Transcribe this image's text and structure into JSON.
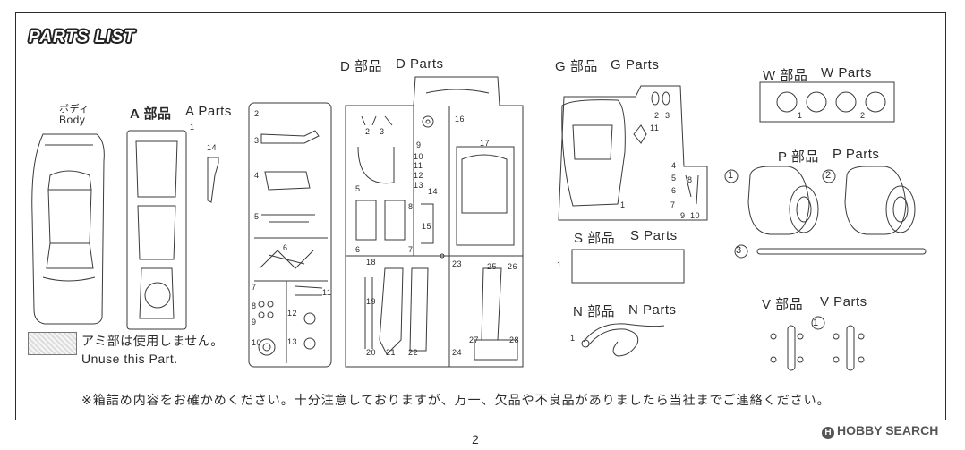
{
  "title": "PARTS LIST",
  "page_number": "2",
  "groups": {
    "body": {
      "label_jp": "ボディ",
      "label_en": "Body"
    },
    "a": {
      "label_jp": "A 部品",
      "label_en": "A Parts",
      "numbers": [
        "1",
        "14"
      ]
    },
    "d": {
      "label_jp": "D 部品",
      "label_en": "D Parts",
      "numbers": [
        "2",
        "3",
        "4",
        "5",
        "6",
        "7",
        "8",
        "9",
        "10",
        "11",
        "12",
        "13",
        "2",
        "3",
        "16",
        "9",
        "10",
        "11",
        "12",
        "13",
        "14",
        "15",
        "17",
        "5",
        "6",
        "7",
        "8",
        "18",
        "19",
        "20",
        "21",
        "22",
        "23",
        "24",
        "25",
        "26",
        "27",
        "28"
      ]
    },
    "g": {
      "label_jp": "G 部品",
      "label_en": "G Parts",
      "numbers": [
        "2",
        "3",
        "4",
        "5",
        "6",
        "7",
        "8",
        "9",
        "10",
        "11",
        "1"
      ]
    },
    "w": {
      "label_jp": "W 部品",
      "label_en": "W Parts",
      "numbers": [
        "1",
        "2"
      ]
    },
    "p": {
      "label_jp": "P 部品",
      "label_en": "P Parts",
      "numbers": [
        "1",
        "2",
        "3"
      ]
    },
    "s": {
      "label_jp": "S 部品",
      "label_en": "S Parts",
      "numbers": [
        "1"
      ]
    },
    "n": {
      "label_jp": "N 部品",
      "label_en": "N Parts",
      "numbers": [
        "1"
      ]
    },
    "v": {
      "label_jp": "V 部品",
      "label_en": "V Parts",
      "numbers": [
        "1"
      ]
    }
  },
  "unused_note": {
    "jp": "アミ部は使用しません。",
    "en": "Unuse this Part."
  },
  "footer_note": "※箱詰め内容をお確かめください。十分注意しておりますが、万一、欠品や不良品がありましたら当社までご連絡ください。",
  "watermark": "HOBBY SEARCH"
}
